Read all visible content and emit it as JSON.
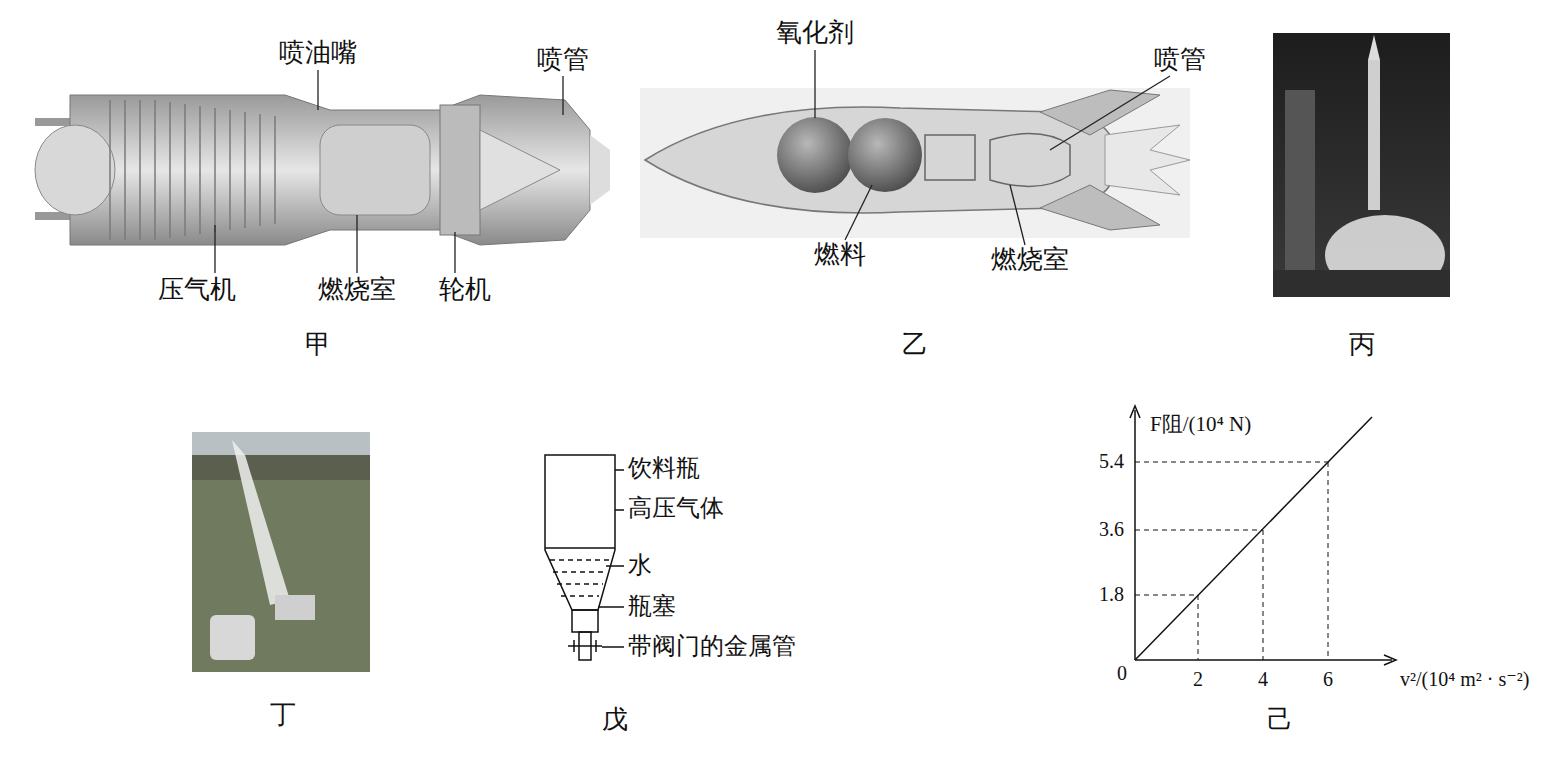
{
  "diagram": {
    "labels": [
      "喷油嘴",
      "喷管",
      "压气机",
      "燃烧室",
      "轮机",
      "甲",
      "氧化剂",
      "喷管",
      "燃料",
      "燃烧室",
      "乙",
      "丙",
      "丁",
      "饮料瓶",
      "高压气体",
      "水",
      "瓶塞",
      "带阀门的金属管",
      "戊",
      "F阻/(10⁴ N)",
      "5.4",
      "3.6",
      "1.8",
      "0",
      "2",
      "4",
      "6",
      "v²/(10⁴ m² · s⁻²)",
      "己"
    ]
  }
}
